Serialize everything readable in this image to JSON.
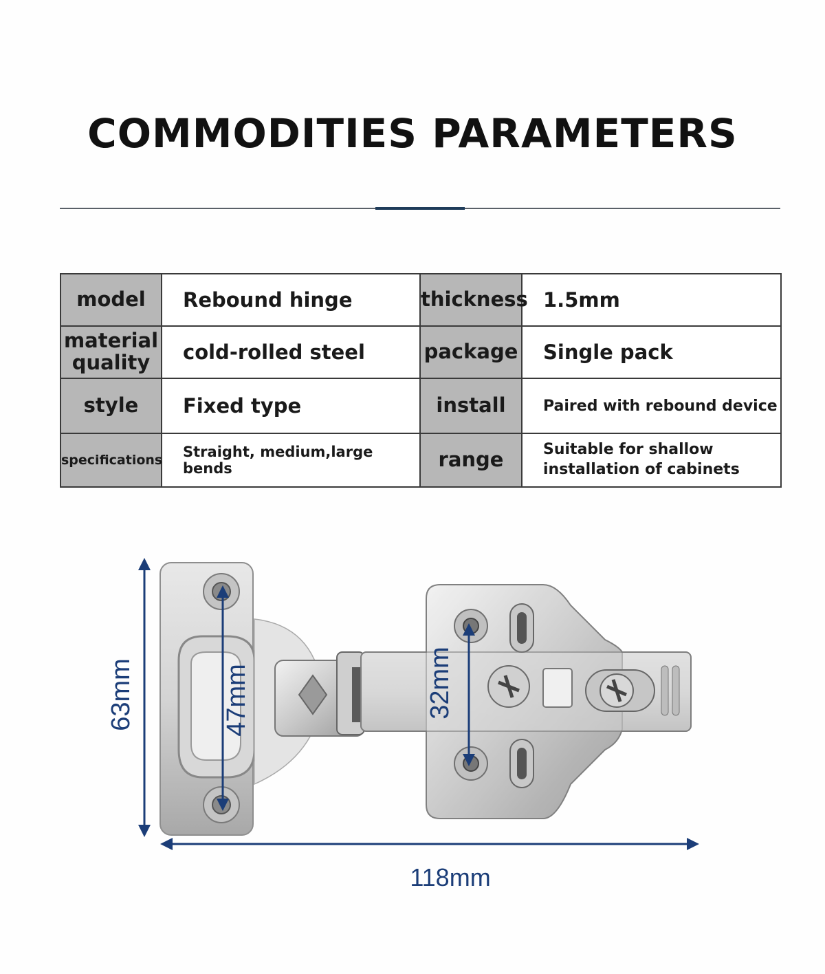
{
  "page": {
    "title": "COMMODITIES PARAMETERS"
  },
  "params": {
    "rows": [
      [
        {
          "label": "model",
          "value": "Rebound hinge"
        },
        {
          "label": "thickness",
          "value": "1.5mm"
        }
      ],
      [
        {
          "label": "material quality",
          "value": "cold-rolled steel"
        },
        {
          "label": "package",
          "value": "Single pack"
        }
      ],
      [
        {
          "label": "style",
          "value": "Fixed type"
        },
        {
          "label": "install",
          "value": "Paired with rebound device"
        }
      ],
      [
        {
          "label": "specifications",
          "value": "Straight, medium,large bends"
        },
        {
          "label": "range",
          "value": "Suitable for shallow installation of cabinets"
        }
      ]
    ]
  },
  "dimensions": {
    "height_total": "63mm",
    "hole_spacing_plate": "47mm",
    "hole_spacing_cup": "32mm",
    "length_total": "118mm"
  },
  "colors": {
    "dimension": "#1b3d78",
    "label_bg": "#b7b7b7",
    "accent_rule": "#1f3c5a"
  }
}
